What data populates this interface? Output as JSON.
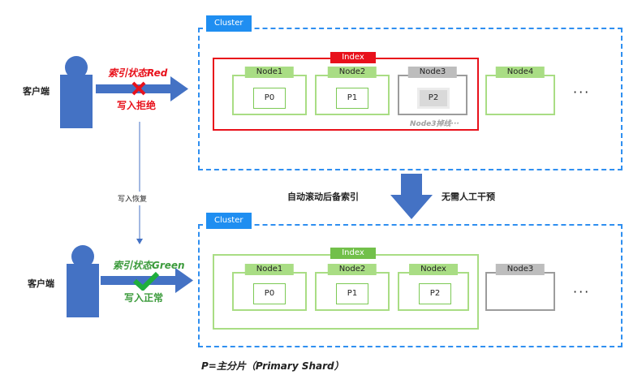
{
  "top": {
    "cluster_label": "Cluster",
    "index_label": "Index",
    "nodes": [
      {
        "label": "Node1",
        "shard": "P0"
      },
      {
        "label": "Node2",
        "shard": "P1"
      },
      {
        "label": "Node3",
        "shard": "P2"
      },
      {
        "label": "Node4",
        "shard": ""
      }
    ],
    "ellipsis": "···",
    "node_down_note": "Node3掉线···",
    "client_label": "客户端",
    "status_text": "索引状态Red",
    "write_status": "写入拒绝",
    "status_color": "#e8111b"
  },
  "middle": {
    "write_recover": "写入恢复",
    "auto_rebalance": "自动滚动后备索引",
    "no_intervention": "无需人工干预"
  },
  "bottom": {
    "cluster_label": "Cluster",
    "index_label": "Index",
    "nodes": [
      {
        "label": "Node1",
        "shard": "P0"
      },
      {
        "label": "Node2",
        "shard": "P1"
      },
      {
        "label": "Nodex",
        "shard": "P2"
      },
      {
        "label": "Node3",
        "shard": ""
      }
    ],
    "ellipsis": "···",
    "client_label": "客户端",
    "status_text": "索引状态Green",
    "write_status": "写入正常",
    "status_color": "#3c9b3c"
  },
  "legend": "P=主分片（Primary Shard）",
  "colors": {
    "blue": "#4472c4",
    "cluster_blue": "#1f8ef1",
    "green_light": "#a9dd84",
    "green_dark": "#7cc955",
    "red": "#e8111b",
    "gray": "#9c9c9c"
  }
}
